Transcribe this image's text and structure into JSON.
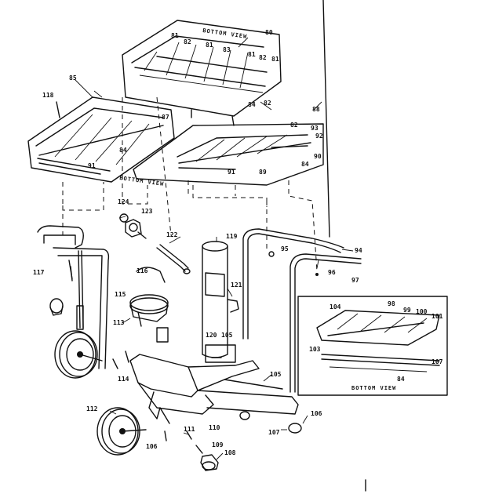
{
  "captions": {
    "bottom_view_top": "BOTTOM VIEW",
    "bottom_view_left": "BOTTOM VIEW",
    "bottom_view_inset": "BOTTOM VIEW"
  },
  "parts": {
    "p80": "80",
    "p81a": "81",
    "p81b": "81",
    "p81c": "81",
    "p81d": "81",
    "p82a": "82",
    "p82b": "82",
    "p82c": "82",
    "p82d": "82",
    "p83": "83",
    "p84a": "84",
    "p84b": "84",
    "p84c": "84",
    "p84d": "84",
    "p85": "85",
    "p87": "87",
    "p88": "88",
    "p89": "89",
    "p90": "90",
    "p91a": "91",
    "p91b": "91",
    "p92": "92",
    "p93": "93",
    "p94": "94",
    "p95": "95",
    "p96": "96",
    "p97": "97",
    "p98": "98",
    "p99": "99",
    "p100": "100",
    "p101": "101",
    "p103": "103",
    "p104": "104",
    "p105a": "105",
    "p105b": "105",
    "p106a": "106",
    "p106b": "106",
    "p107a": "107",
    "p107b": "107",
    "p108": "108",
    "p109": "109",
    "p110": "110",
    "p111": "111",
    "p112": "112",
    "p113": "113",
    "p114": "114",
    "p115": "115",
    "p116": "116",
    "p117": "117",
    "p118": "118",
    "p119": "119",
    "p120": "120",
    "p121": "121",
    "p122": "122",
    "p123": "123",
    "p124": "124"
  }
}
